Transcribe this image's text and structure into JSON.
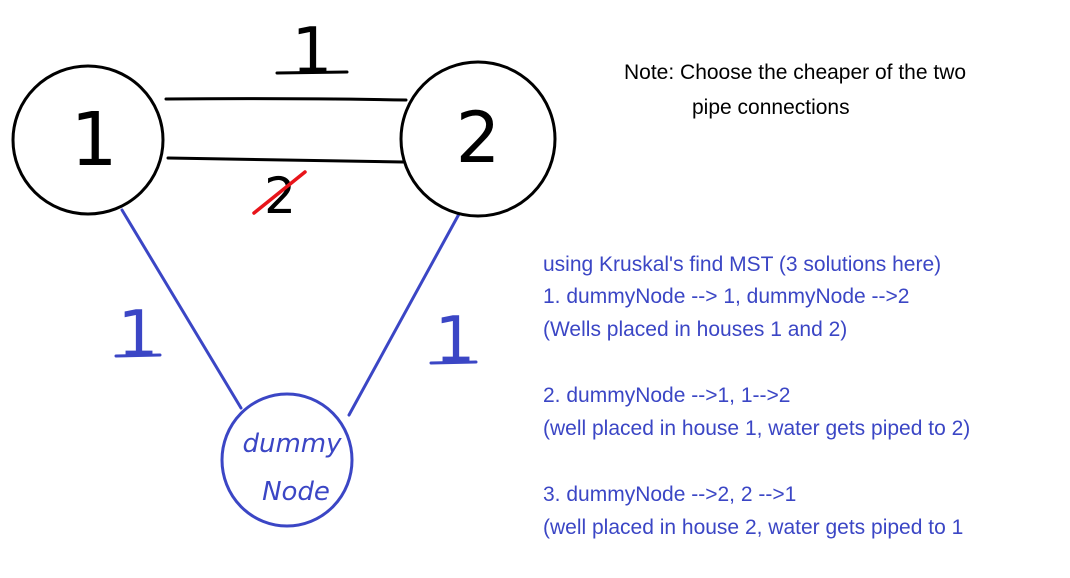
{
  "colors": {
    "ink": "#000000",
    "blue": "#3b46c5",
    "red": "#e8141a"
  },
  "graph": {
    "node1_label": "1",
    "node2_label": "2",
    "dummy_line1": "dummy",
    "dummy_line2": "Node",
    "edge_top_weight": "1",
    "edge_bottom_weight": "2",
    "edge_left_weight": "1",
    "edge_right_weight": "1"
  },
  "note": {
    "line1": "Note: Choose the cheaper of the two",
    "line2": "pipe connections"
  },
  "explanation": {
    "header": "using Kruskal's find MST (3 solutions here)",
    "s1_line1": "1. dummyNode --> 1, dummyNode -->2",
    "s1_line2": "(Wells placed in houses 1 and 2)",
    "s2_line1": "2. dummyNode -->1, 1-->2",
    "s2_line2": "(well placed in house 1, water gets piped to 2)",
    "s3_line1": "3. dummyNode -->2, 2 -->1",
    "s3_line2": "(well placed in house 2, water gets piped to 1"
  }
}
